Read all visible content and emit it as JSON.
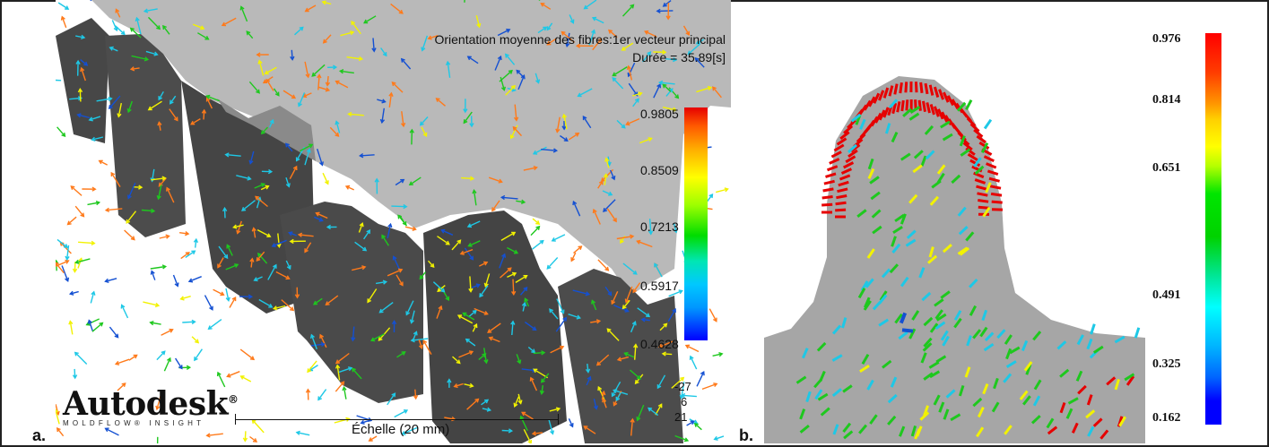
{
  "panel_a": {
    "letter": "a.",
    "title_line1": "Orientation moyenne des fibres:1er vecteur principal",
    "title_line2": "Durée = 35.89[s]",
    "scale_ticks": [
      "0.9805",
      "0.8509",
      "0.7213",
      "0.5917",
      "0.4628"
    ],
    "scale_extra": [
      "-27",
      "6",
      "21"
    ],
    "scale_label": "Échelle (20 mm)",
    "logo": "Autodesk",
    "logo_mark": "®",
    "logo_sub": "MOLDFLOW® INSIGHT"
  },
  "panel_b": {
    "letter": "b.",
    "scale_ticks": [
      "0.976",
      "0.814",
      "0.651",
      "0.491",
      "0.325",
      "0.162"
    ]
  },
  "colors": {
    "gear_top": "#b9b9b9",
    "gear_side": "#4a4a4a",
    "red": "#e60000",
    "orange": "#ff7a1a",
    "yellow": "#f2f200",
    "green": "#1ec81e",
    "cyan": "#1ec8e6",
    "blue": "#1450d2"
  }
}
